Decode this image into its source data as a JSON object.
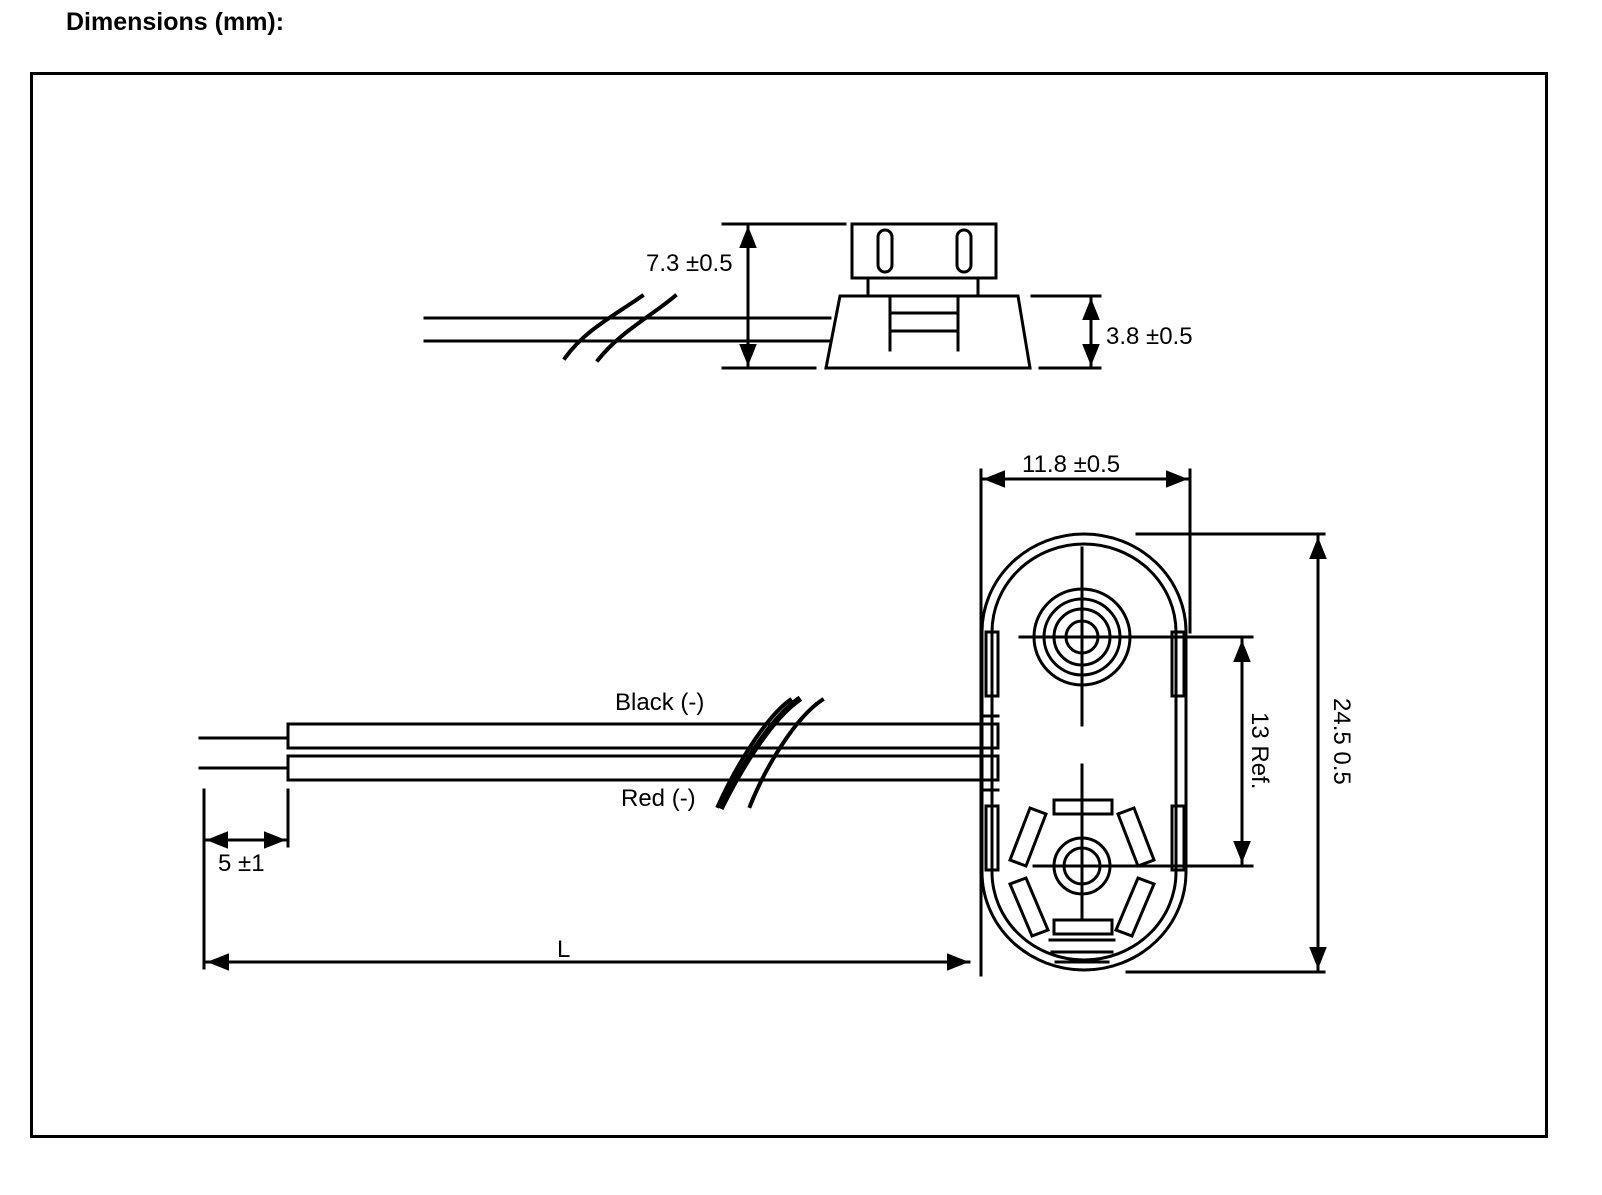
{
  "heading": "Dimensions (mm):",
  "side_view": {
    "height_total": "7.3 ±0.5",
    "height_base": "3.8 ±0.5"
  },
  "top_view": {
    "width": "11.8 ±0.5",
    "length": "24.5   0.5",
    "terminal_pitch": "13 Ref.",
    "wire_strip": "5 ±1",
    "wire_length": "L",
    "wire_black": "Black (-)",
    "wire_red": "Red (-)"
  }
}
